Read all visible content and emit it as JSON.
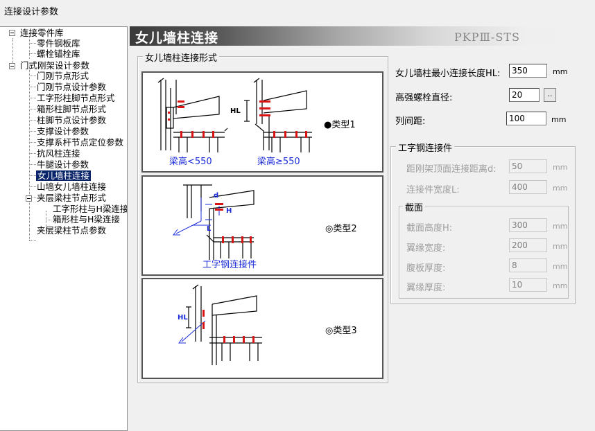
{
  "window": {
    "title": "连接设计参数"
  },
  "tree": {
    "items": [
      {
        "label": "连接零件库"
      },
      {
        "label": "零件钢板库"
      },
      {
        "label": "螺栓锚栓库"
      },
      {
        "label": "门式刚架设计参数"
      },
      {
        "label": "门刚节点形式"
      },
      {
        "label": "门刚节点设计参数"
      },
      {
        "label": "工字形柱脚节点形式"
      },
      {
        "label": "箱形柱脚节点形式"
      },
      {
        "label": "柱脚节点设计参数"
      },
      {
        "label": "支撑设计参数"
      },
      {
        "label": "支撑系杆节点定位参数"
      },
      {
        "label": "抗风柱连接"
      },
      {
        "label": "牛腿设计参数"
      },
      {
        "label": "女儿墙柱连接"
      },
      {
        "label": "山墙女儿墙柱连接"
      },
      {
        "label": "夹层梁柱节点形式"
      },
      {
        "label": "工字形柱与H梁连接"
      },
      {
        "label": "箱形柱与H梁连接"
      },
      {
        "label": "夹层梁柱节点参数"
      }
    ]
  },
  "header": {
    "title": "女儿墙柱连接",
    "brand": "PKPⅢ-STS"
  },
  "form_group": {
    "label": "女儿墙柱连接形式"
  },
  "types": {
    "t1": {
      "label": "●类型1",
      "cap_a": "梁高<550",
      "cap_b": "梁高≥550",
      "hl": "HL",
      "selected": true
    },
    "t2": {
      "label": "◎类型2",
      "caption": "工字钢连接件",
      "d": "d",
      "h": "H",
      "l": "L",
      "selected": false
    },
    "t3": {
      "label": "◎类型3",
      "hl": "HL",
      "selected": false
    }
  },
  "params": {
    "min_len": {
      "label": "女儿墙柱最小连接长度HL:",
      "value": "350",
      "unit": "mm"
    },
    "bolt_dia": {
      "label": "高强螺栓直径:",
      "value": "20",
      "btn": ".."
    },
    "col_spacing": {
      "label": "列间距:",
      "value": "100",
      "unit": "mm"
    }
  },
  "connector": {
    "group_label": "工字钢连接件",
    "dist": {
      "label": "距刚架顶面连接距离d:",
      "value": "50",
      "unit": "mm"
    },
    "width": {
      "label": "连接件宽度L:",
      "value": "400",
      "unit": "mm"
    },
    "section": {
      "group_label": "截面",
      "height": {
        "label": "截面高度H:",
        "value": "300",
        "unit": "mm"
      },
      "flange_w": {
        "label": "翼缘宽度:",
        "value": "200",
        "unit": "mm"
      },
      "web_t": {
        "label": "腹板厚度:",
        "value": "8",
        "unit": "mm"
      },
      "flange_t": {
        "label": "翼缘厚度:",
        "value": "10",
        "unit": "mm"
      }
    }
  },
  "colors": {
    "accent": "#0a246a",
    "drawing_red": "#d81414",
    "drawing_blue": "#1a2bd8"
  }
}
